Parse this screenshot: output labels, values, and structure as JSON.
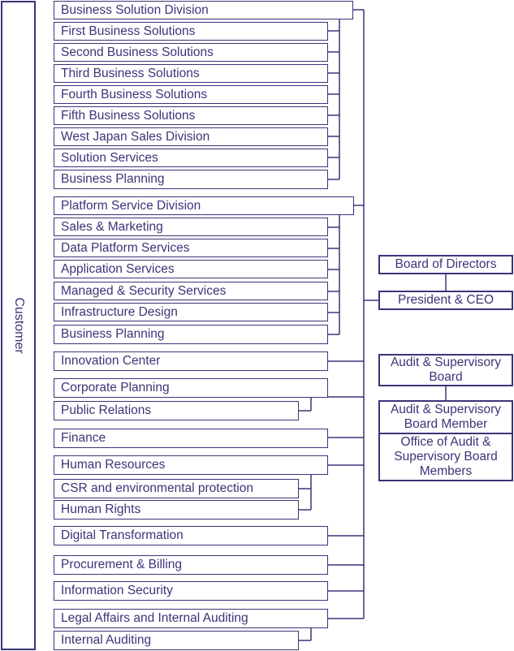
{
  "customer": "Customer",
  "divisions": {
    "business_solution": {
      "head": "Business Solution Division",
      "children": [
        "First Business Solutions",
        "Second Business Solutions",
        "Third Business Solutions",
        "Fourth Business Solutions",
        "Fifth Business Solutions",
        "West Japan Sales Division",
        "Solution Services",
        "Business Planning"
      ]
    },
    "platform_service": {
      "head": "Platform Service Division",
      "children": [
        "Sales & Marketing",
        "Data Platform Services",
        "Application Services",
        "Managed & Security Services",
        "Infrastructure Design",
        "Business Planning"
      ]
    },
    "innovation_center": "Innovation Center",
    "corporate_planning": {
      "head": "Corporate Planning",
      "children": [
        "Public Relations"
      ]
    },
    "finance": "Finance",
    "human_resources": {
      "head": "Human Resources",
      "children": [
        "CSR and environmental protection",
        "Human Rights"
      ]
    },
    "digital_transformation": "Digital Transformation",
    "procurement_billing": "Procurement & Billing",
    "information_security": "Information Security",
    "legal_affairs": {
      "head": "Legal Affairs and Internal Auditing",
      "children": [
        "Internal Auditing"
      ]
    }
  },
  "governance": {
    "board_of_directors": "Board of Directors",
    "president_ceo": "President & CEO",
    "audit_board_line1": "Audit & Supervisory",
    "audit_board_line2": "Board",
    "audit_member_line1": "Audit & Supervisory",
    "audit_member_line2": "Board Member",
    "office_line1": "Office of Audit &",
    "office_line2": "Supervisory Board",
    "office_line3": "Members"
  },
  "colors": {
    "line": "#3a3579",
    "background": "#ffffff"
  }
}
